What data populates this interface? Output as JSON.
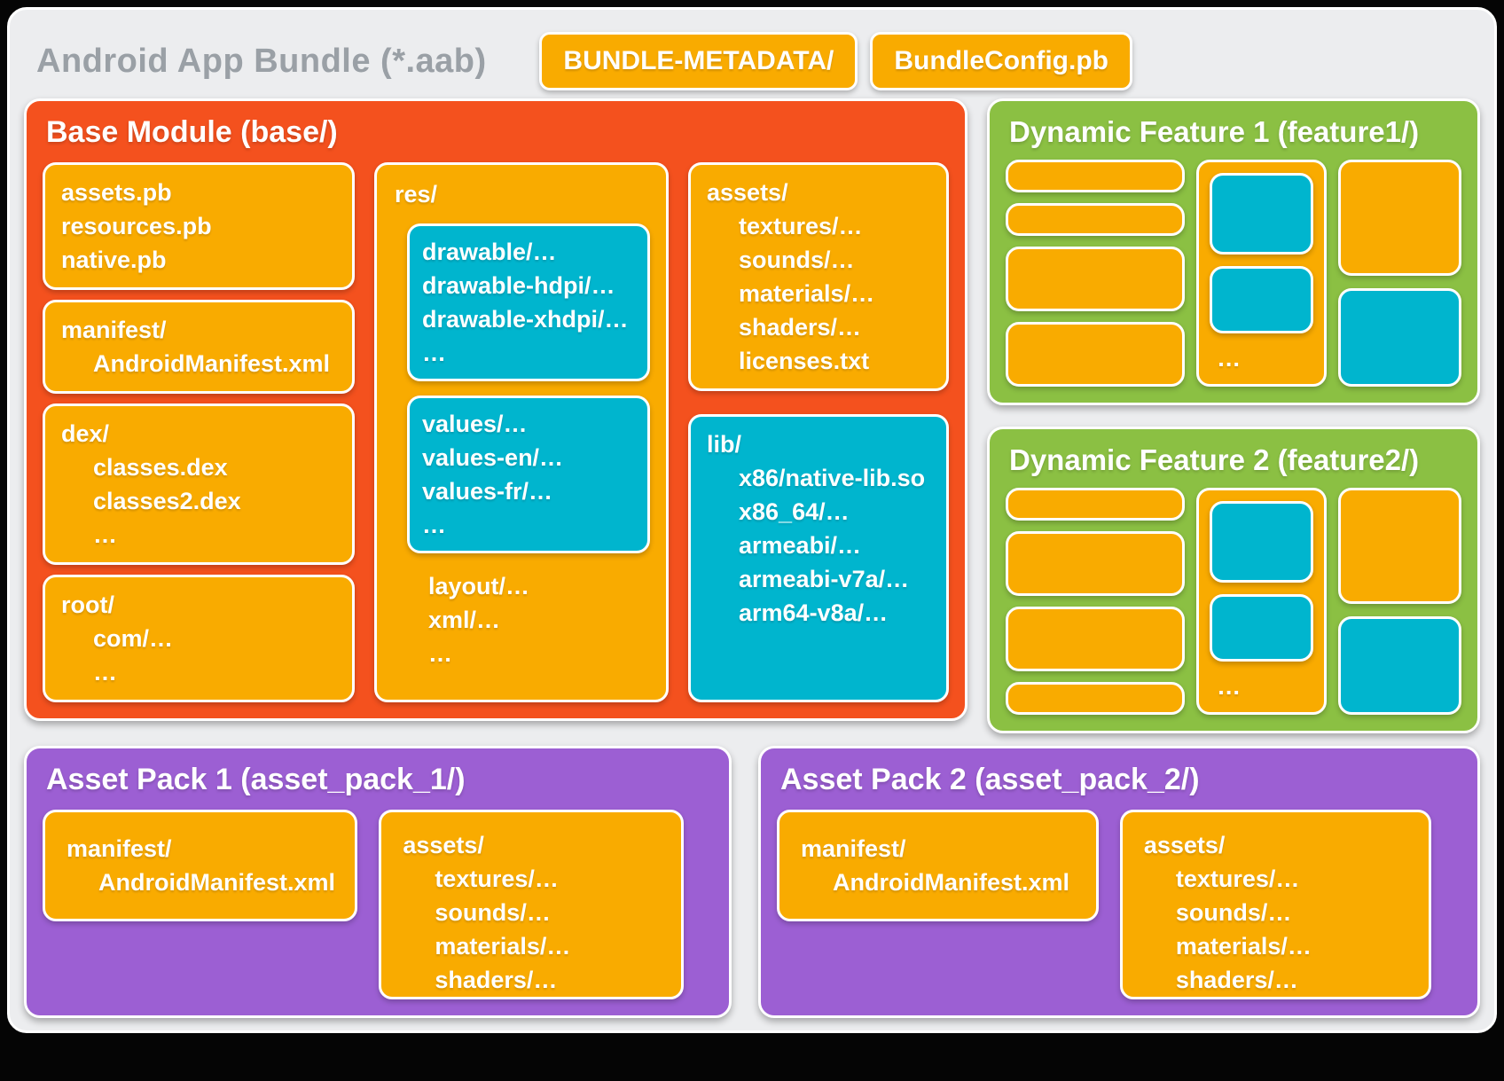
{
  "colors": {
    "orange": "#F4511E",
    "yellow": "#F9AB00",
    "cyan": "#00B5CE",
    "green": "#8BC043",
    "purple": "#9C5FD3",
    "card_bg": "#ECEDEF",
    "title_gray": "#9AA0A6",
    "text_white": "#FFFFFF"
  },
  "header": {
    "title": "Android App Bundle (*.aab)",
    "badges": [
      {
        "label": "BUNDLE-METADATA/"
      },
      {
        "label": "BundleConfig.pb"
      }
    ]
  },
  "base_module": {
    "title": "Base Module (base/)",
    "pb_box": [
      "assets.pb",
      "resources.pb",
      "native.pb"
    ],
    "manifest_box": [
      "manifest/",
      "AndroidManifest.xml"
    ],
    "dex_box": [
      "dex/",
      "classes.dex",
      "classes2.dex",
      "…"
    ],
    "root_box": [
      "root/",
      "com/…",
      "…"
    ],
    "res_box": {
      "label": "res/",
      "drawable_group": [
        "drawable/…",
        "drawable-hdpi/…",
        "drawable-xhdpi/…",
        "…"
      ],
      "values_group": [
        "values/…",
        "values-en/…",
        "values-fr/…",
        "…"
      ],
      "tail": [
        "layout/…",
        "xml/…",
        "…"
      ]
    },
    "assets_box": [
      "assets/",
      "textures/…",
      "sounds/…",
      "materials/…",
      "shaders/…",
      "licenses.txt"
    ],
    "lib_box": [
      "lib/",
      "x86/native-lib.so",
      "x86_64/…",
      "armeabi/…",
      "armeabi-v7a/…",
      "arm64-v8a/…"
    ]
  },
  "dynamic_feature_1": {
    "title": "Dynamic Feature 1 (feature1/)",
    "ellipsis": "…"
  },
  "dynamic_feature_2": {
    "title": "Dynamic Feature 2 (feature2/)",
    "ellipsis": "…"
  },
  "asset_pack_1": {
    "title": "Asset Pack 1 (asset_pack_1/)",
    "manifest_box": [
      "manifest/",
      "AndroidManifest.xml"
    ],
    "assets_box": [
      "assets/",
      "textures/…",
      "sounds/…",
      "materials/…",
      "shaders/…"
    ]
  },
  "asset_pack_2": {
    "title": "Asset Pack 2 (asset_pack_2/)",
    "manifest_box": [
      "manifest/",
      "AndroidManifest.xml"
    ],
    "assets_box": [
      "assets/",
      "textures/…",
      "sounds/…",
      "materials/…",
      "shaders/…"
    ]
  }
}
